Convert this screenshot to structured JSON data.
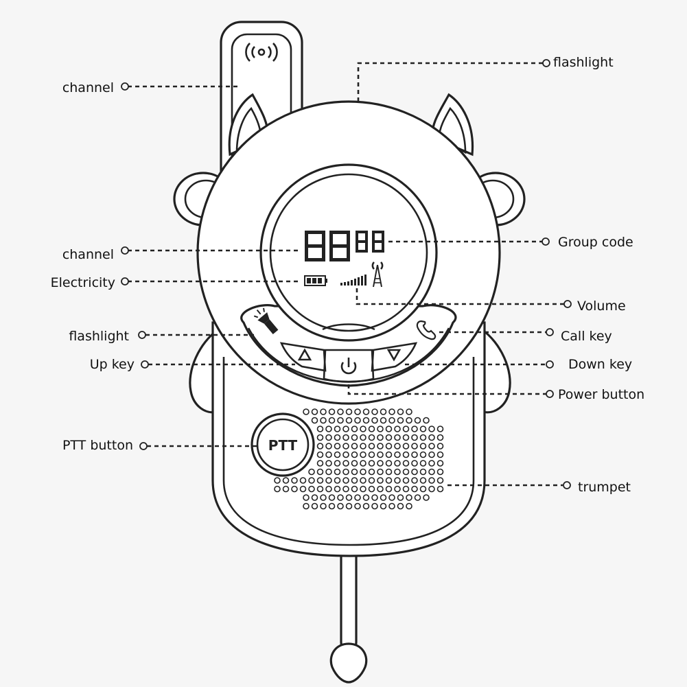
{
  "device": {
    "display_digits": "88",
    "display_small_digits": "88",
    "ptt_text": "PTT"
  },
  "labels": {
    "channel_top": "channel",
    "flashlight_top": "flashlight",
    "channel": "channel",
    "group_code": "Group code",
    "electricity": "Electricity",
    "volume": "Volume",
    "flashlight": "flashlight",
    "call_key": "Call key",
    "up_key": "Up key",
    "down_key": "Down key",
    "power_button": "Power button",
    "ptt_button": "PTT button",
    "trumpet": "trumpet"
  },
  "icons": {
    "antenna_signal": "signal-waves-icon",
    "flashlight": "flashlight-icon",
    "up": "triangle-up-icon",
    "power": "power-icon",
    "down": "triangle-down-icon",
    "call": "phone-icon",
    "battery": "battery-icon",
    "volume_bars": "volume-bars-icon",
    "tower": "signal-tower-icon"
  },
  "colors": {
    "outline": "#222222",
    "body_fill": "#ffffff",
    "background": "#f6f6f6"
  }
}
